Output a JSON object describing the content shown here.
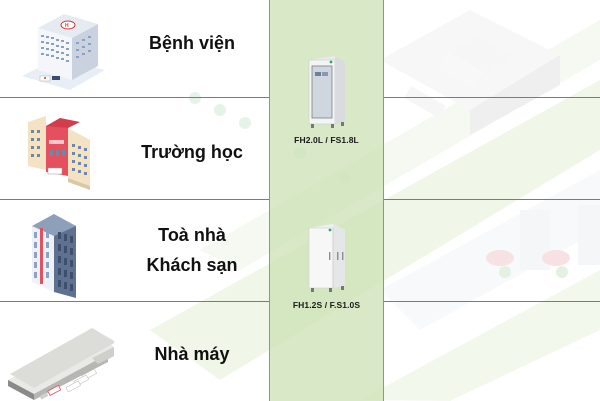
{
  "categories": [
    {
      "id": "hospital",
      "label": "Bệnh viện",
      "icon": "hospital-building-icon"
    },
    {
      "id": "school",
      "label": "Trường học",
      "icon": "school-building-icon"
    },
    {
      "id": "building-hotel",
      "label_line1": "Toà nhà",
      "label_line2": "Khách sạn",
      "icon": "office-tower-icon"
    },
    {
      "id": "factory",
      "label": "Nhà máy",
      "icon": "factory-warehouse-icon"
    }
  ],
  "products": [
    {
      "label": "FH2.0L / FS1.8L",
      "icon": "glass-door-cabinet-icon"
    },
    {
      "label": "FH1.2S / F.S1.0S",
      "icon": "solid-cabinet-icon"
    }
  ],
  "colors": {
    "column_fill": "#cbe1b2",
    "separator": "#4e8f8c",
    "label_text": "#111111"
  }
}
